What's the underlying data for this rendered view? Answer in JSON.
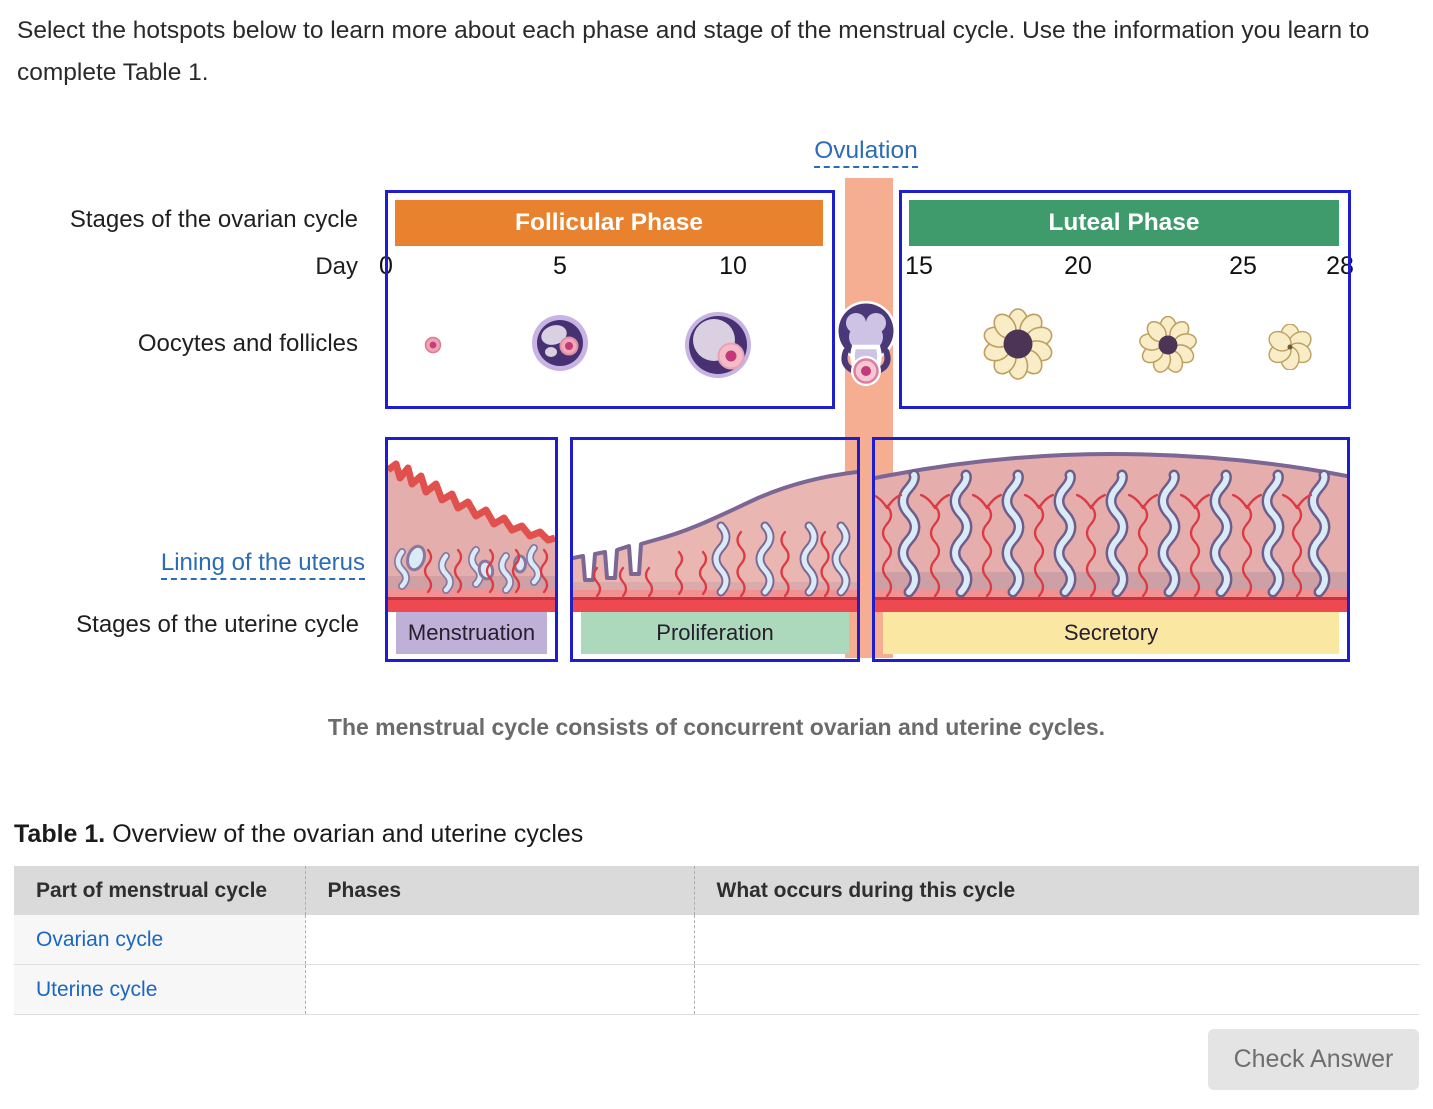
{
  "instructions": "Select the hotspots below to learn more about each phase and stage of the menstrual cycle. Use the information you learn to complete Table 1.",
  "figure": {
    "ovulation_link": "Ovulation",
    "lining_link": "Lining of the uterus",
    "row_labels": {
      "ovarian_stages": "Stages of the ovarian cycle",
      "day": "Day",
      "oocytes": "Oocytes and follicles",
      "uterine_stages": "Stages of the uterine cycle"
    },
    "ovarian_phases": [
      {
        "label": "Follicular Phase",
        "color": "#E8822E"
      },
      {
        "label": "Luteal Phase",
        "color": "#3F9B6C"
      }
    ],
    "day_ticks": [
      "0",
      "5",
      "10",
      "15",
      "20",
      "25",
      "28"
    ],
    "uterine_stages": [
      {
        "label": "Menstruation",
        "color": "#BFB0D8"
      },
      {
        "label": "Proliferation",
        "color": "#ACD9BC"
      },
      {
        "label": "Secretory",
        "color": "#F9E7A2"
      }
    ],
    "follicle_icons": [
      "primordial-follicle-icon",
      "growing-follicle-icon",
      "mature-follicle-icon",
      "ovulating-follicle-icon",
      "corpus-luteum-large-icon",
      "corpus-luteum-medium-icon",
      "corpus-albicans-icon"
    ],
    "caption": "The menstrual cycle consists of concurrent ovarian and uterine cycles.",
    "colors": {
      "box_border": "#1E1ECF",
      "ovulation_band": "#F6AE93",
      "hotspot_link": "#2B6CB5"
    }
  },
  "table": {
    "title_label": "Table 1.",
    "title_text": "Overview of the ovarian and uterine cycles",
    "columns": [
      "Part of menstrual cycle",
      "Phases",
      "What occurs during this cycle"
    ],
    "rows": [
      {
        "part": "Ovarian cycle",
        "phases": "",
        "occurs": ""
      },
      {
        "part": "Uterine cycle",
        "phases": "",
        "occurs": ""
      }
    ],
    "link_color": "#1A66C2"
  },
  "check_answer": "Check Answer"
}
